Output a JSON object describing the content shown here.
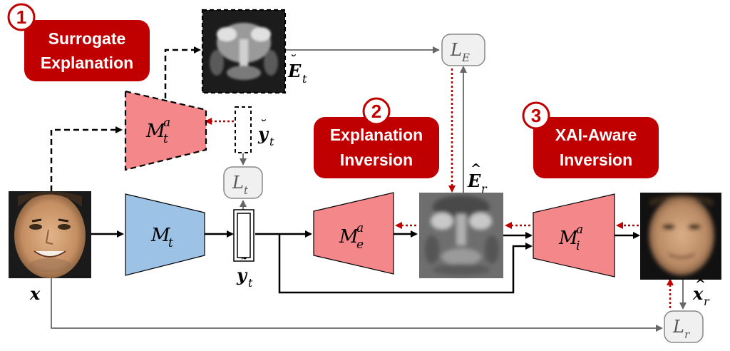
{
  "badges": {
    "surrogate": {
      "number": "1",
      "line1": "Surrogate",
      "line2": "Explanation"
    },
    "explanation_inversion": {
      "number": "2",
      "line1": "Explanation",
      "line2": "Inversion"
    },
    "xai_aware": {
      "number": "3",
      "line1": "XAI-Aware",
      "line2": "Inversion"
    }
  },
  "models": {
    "target": {
      "base": "M",
      "sub": "t"
    },
    "surrogate": {
      "base": "M",
      "sub": "t",
      "sup": "a"
    },
    "explanation_inverter": {
      "base": "M",
      "sub": "e",
      "sup": "a"
    },
    "image_inverter": {
      "base": "M",
      "sub": "i",
      "sup": "a"
    }
  },
  "variables": {
    "input": "x",
    "surrogate_output": {
      "base": "y",
      "accent": "˘",
      "sub": "t"
    },
    "target_output": {
      "base": "y",
      "accent": "˜",
      "sub": "t"
    },
    "surrogate_explanation": {
      "base": "E",
      "accent": "˘",
      "sub": "t"
    },
    "reconstructed_explanation": {
      "base": "E",
      "accent": "^",
      "sub": "r"
    },
    "reconstructed_image": {
      "base": "x",
      "accent": "^",
      "sub": "r"
    }
  },
  "losses": {
    "explanation": {
      "base": "L",
      "sub": "E"
    },
    "target": {
      "base": "L",
      "sub": "t"
    },
    "reconstruction": {
      "base": "L",
      "sub": "r"
    }
  },
  "colors": {
    "badge_red": "#c00000",
    "model_pink": "#f4878a",
    "model_blue": "#9cc3e6",
    "gradient_red": "#c00000"
  }
}
